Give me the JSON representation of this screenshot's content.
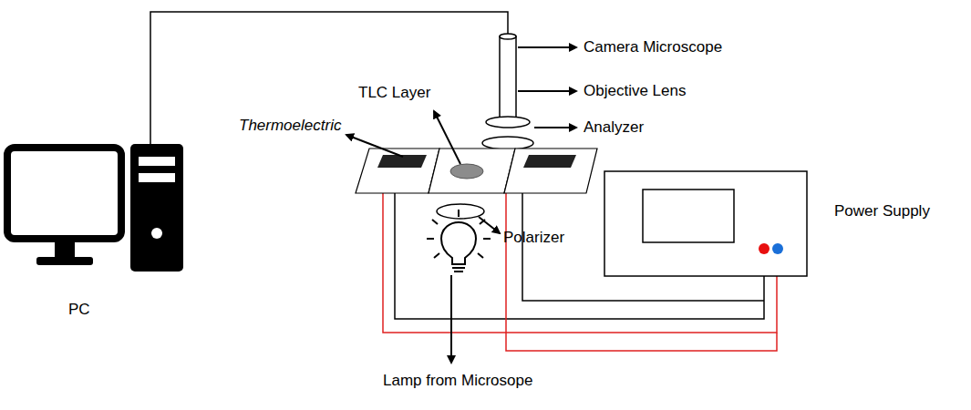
{
  "diagram": {
    "labels": [
      "Camera Microscope",
      "Objective Lens",
      "Analyzer",
      "TLC Layer",
      "Thermoelectric",
      "Polarizer",
      "Power Supply",
      "PC",
      "Lamp from Microsope"
    ]
  }
}
